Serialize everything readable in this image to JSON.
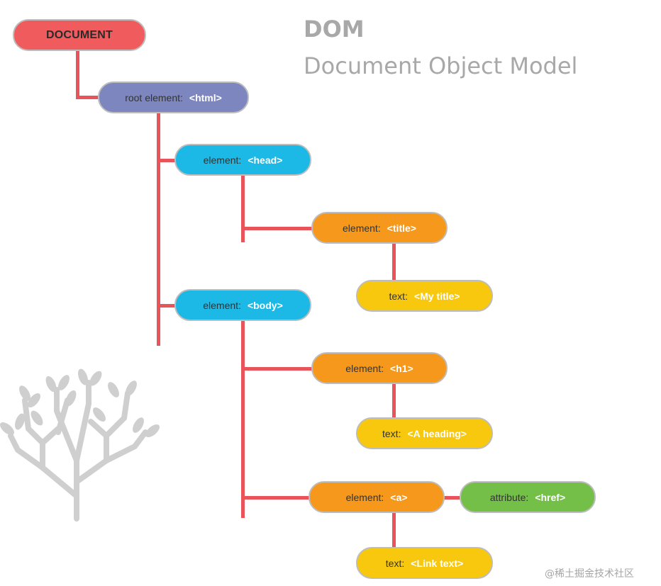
{
  "header": {
    "title": "DOM",
    "subtitle": "Document Object Model"
  },
  "watermark": "@稀土掘金技术社区",
  "colors": {
    "connector": "#e8545a",
    "document": "#f05b5e",
    "root": "#7d86bf",
    "element_blue": "#1cb8e6",
    "element_orange": "#f5981c",
    "text_yellow": "#f8c80e",
    "attribute_green": "#73bf48",
    "tag_text": "#ffffff",
    "label_text": "#333333",
    "heading_grey": "#a8a8a8",
    "tree_art": "#cfcfcf"
  },
  "nodes": {
    "document": {
      "label": "DOCUMENT"
    },
    "root_html": {
      "label": "root element:",
      "tag": "<html>"
    },
    "head": {
      "label": "element:",
      "tag": "<head>"
    },
    "title": {
      "label": "element:",
      "tag": "<title>"
    },
    "title_text": {
      "label": "text:",
      "tag": "<My title>"
    },
    "body": {
      "label": "element:",
      "tag": "<body>"
    },
    "h1": {
      "label": "element:",
      "tag": "<h1>"
    },
    "h1_text": {
      "label": "text:",
      "tag": "<A heading>"
    },
    "a": {
      "label": "element:",
      "tag": "<a>"
    },
    "a_href": {
      "label": "attribute:",
      "tag": "<href>"
    },
    "a_text": {
      "label": "text:",
      "tag": "<Link text>"
    }
  },
  "decoration": {
    "icon": "tree-icon"
  }
}
